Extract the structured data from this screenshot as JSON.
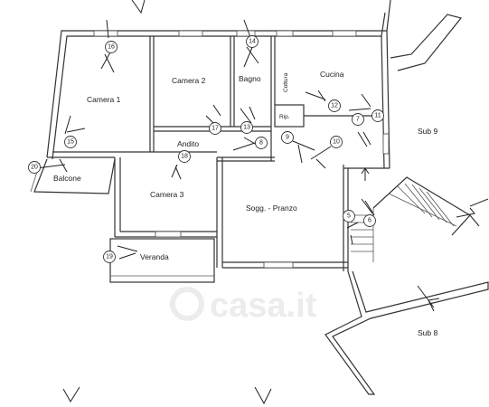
{
  "rooms": {
    "camera1": "Camera 1",
    "camera2": "Camera 2",
    "bagno": "Bagno",
    "cottura": "Cottura",
    "cucina": "Cucina",
    "rip": "Rip.",
    "andito": "Andito",
    "balcone": "Balcone",
    "camera3": "Camera 3",
    "soggiorno": "Sogg. - Pranzo",
    "veranda": "Veranda",
    "sub9": "Sub 9",
    "sub8": "Sub 8"
  },
  "markers": [
    "16",
    "14",
    "15",
    "20",
    "17",
    "13",
    "18",
    "8",
    "9",
    "10",
    "12",
    "7",
    "11",
    "6",
    "5",
    "19"
  ],
  "watermark": "casa.it",
  "icons": {
    "watermark_logo": "casa-logo-icon",
    "marker_arrow": "view-arrow-icon"
  }
}
